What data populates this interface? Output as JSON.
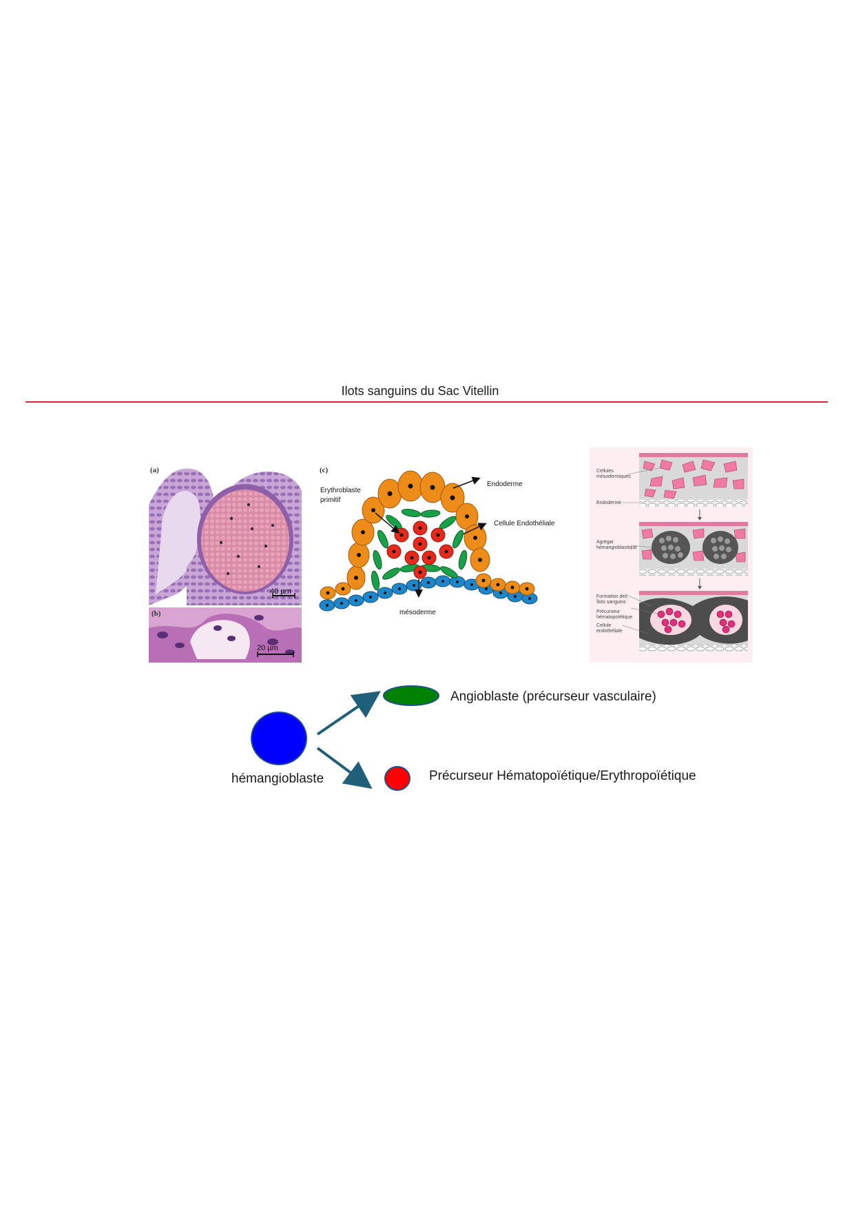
{
  "title": "Ilots sanguins du Sac Vitellin",
  "colors": {
    "rule": "#d9232a",
    "arrow": "#1f5f7a",
    "hemangioblast": "#0000ff",
    "angioblast": "#008000",
    "precursor": "#ff0000",
    "orange_cell": "#ee8c1a",
    "blue_cell": "#1f86c9"
  },
  "panel_a": {
    "letter": "(a)",
    "scale": "40 µm"
  },
  "panel_b": {
    "letter": "(b)",
    "scale": "20 µm"
  },
  "panel_c": {
    "letter": "(c)",
    "labels": {
      "erythroblast_1": "Erythroblaste",
      "erythroblast_2": "primitif",
      "endoderm": "Endoderme",
      "endothelial": "Cellule Endothéliale",
      "mesoderm": "mésoderme"
    }
  },
  "panel_d": {
    "labels": {
      "mesodermal_1": "Cellules",
      "mesodermal_2": "mésodermiques",
      "endoderm": "Endoderme",
      "aggregate_1": "Agrégat",
      "aggregate_2": "hémangioblastique",
      "formation_1": "Formation des",
      "formation_2": "îlots sanguins",
      "precursor_1": "Précurseur",
      "precursor_2": "hématopoïétique",
      "endothelial_1": "Cellule",
      "endothelial_2": "endothéliale"
    }
  },
  "legend": {
    "hemangioblast": "hémangioblaste",
    "angioblast": "Angioblaste (précurseur vasculaire)",
    "precursor": "Précurseur Hématopoïétique/Erythropoïétique"
  }
}
